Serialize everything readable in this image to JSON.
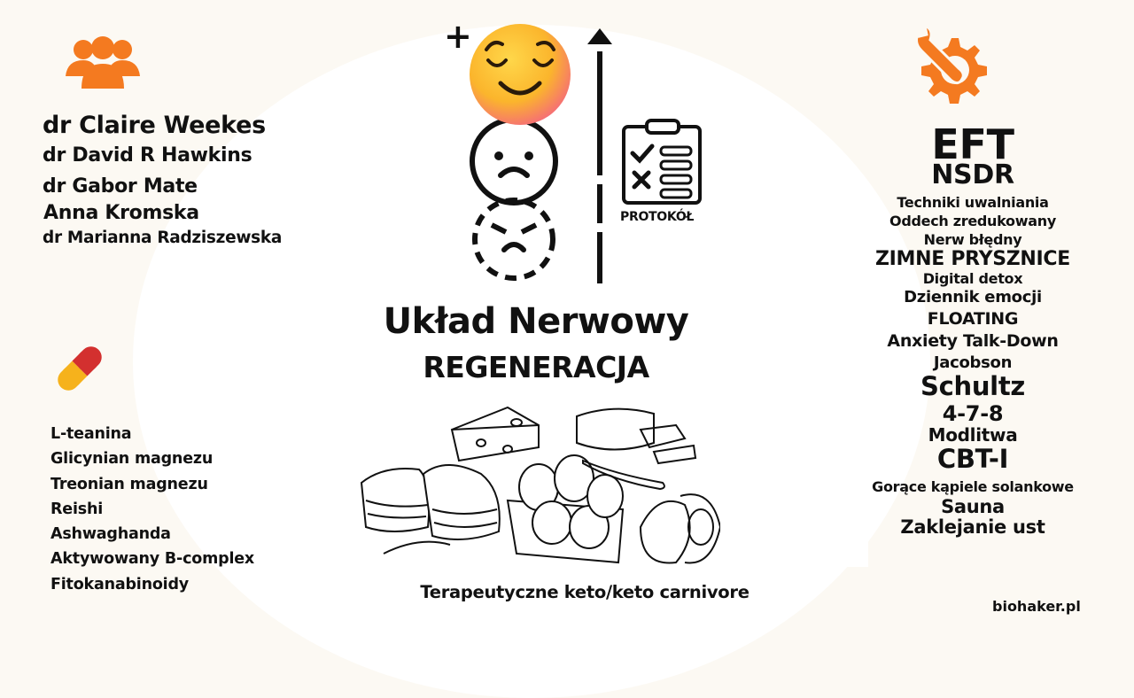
{
  "background": {
    "base": "#fcf9f3",
    "panel": "#ffffff"
  },
  "accent_color": "#f47a20",
  "experts": {
    "icon": "group-people-icon",
    "items": [
      "dr Claire Weekes",
      "dr David R Hawkins",
      "dr Gabor Mate",
      "Anna Kromska",
      "dr Marianna Radziszewska"
    ]
  },
  "supplements": {
    "icon": "pill-capsule-icon",
    "items": [
      "L-teanina",
      "Glicynian magnezu",
      "Treonian magnezu",
      "Reishi",
      "Ashwaghanda",
      "Aktywowany B-complex",
      "Fitokanabinoidy"
    ]
  },
  "center": {
    "plus_symbol": "+",
    "faces": [
      "relieved-face-emoji",
      "sad-face-outline",
      "angry-face-dashed"
    ],
    "arrow": "up-arrow-progress",
    "protocol_label": "PROTOKÓŁ",
    "title": "Układ Nerwowy",
    "subtitle": "REGENERACJA",
    "diet_caption": "Terapeutyczne keto/keto carnivore",
    "diet_illustration": "keto-food-sketch"
  },
  "techniques": {
    "icon": "wrench-gear-icon",
    "items": [
      {
        "label": "EFT",
        "size": 46
      },
      {
        "label": "NSDR",
        "size": 30
      },
      {
        "label": "Techniki uwalniania",
        "size": 16
      },
      {
        "label": "Oddech zredukowany",
        "size": 16
      },
      {
        "label": "Nerw błędny",
        "size": 16
      },
      {
        "label": "ZIMNE PRYSZNICE",
        "size": 22
      },
      {
        "label": "Digital detox",
        "size": 16
      },
      {
        "label": "Dziennik emocji",
        "size": 18
      },
      {
        "label": "FLOATING",
        "size": 19
      },
      {
        "label": "Anxiety Talk-Down",
        "size": 19
      },
      {
        "label": "Jacobson",
        "size": 18
      },
      {
        "label": "Schultz",
        "size": 29
      },
      {
        "label": "4-7-8",
        "size": 24
      },
      {
        "label": "Modlitwa",
        "size": 20
      },
      {
        "label": "CBT-I",
        "size": 29
      },
      {
        "label": "Gorące kąpiele solankowe",
        "size": 16
      },
      {
        "label": "Sauna",
        "size": 21
      },
      {
        "label": "Zaklejanie ust",
        "size": 21
      }
    ]
  },
  "footer": {
    "brand": "biohaker.pl"
  }
}
